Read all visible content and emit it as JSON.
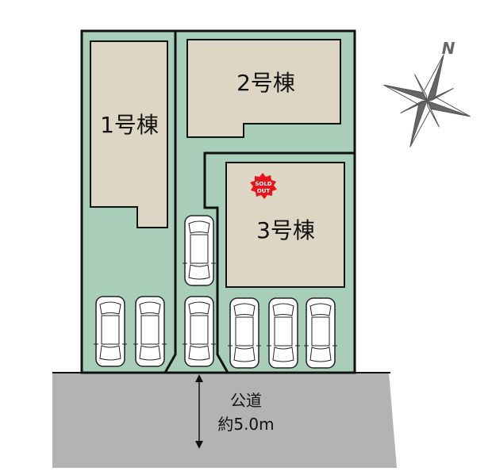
{
  "colors": {
    "lot": "#a8cdb9",
    "building": "#ddd6c4",
    "road": "#b3b3b3",
    "outline": "#111111",
    "sold_badge": "#e8131b",
    "compass": "#666666"
  },
  "buildings": [
    {
      "label": "1号棟"
    },
    {
      "label": "2号棟"
    },
    {
      "label": "3号棟",
      "status": "SOLD OUT"
    }
  ],
  "sold_badge": {
    "line1": "SOLD",
    "line2": "OUT"
  },
  "road": {
    "type": "公道",
    "width": "約5.0m"
  },
  "compass": {
    "north_label": "N",
    "icon": "compass-rose-icon"
  },
  "parking_spaces": 7
}
